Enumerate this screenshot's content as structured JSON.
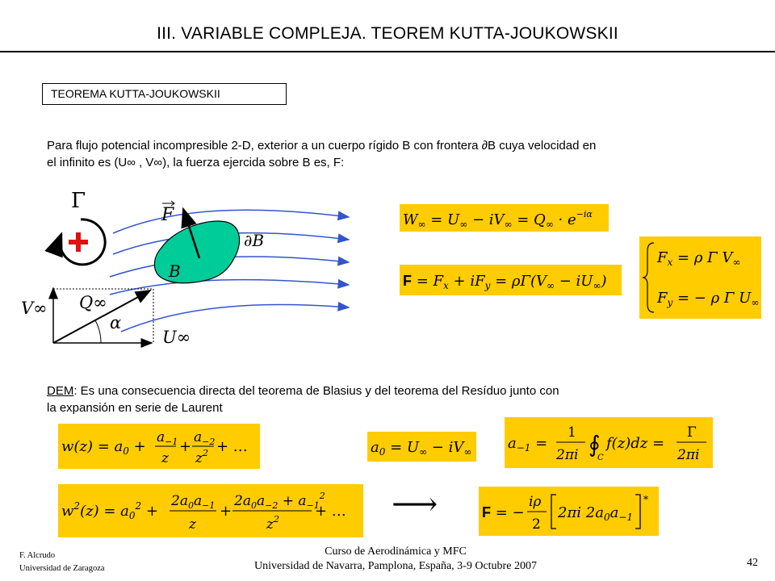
{
  "slide": {
    "title": "III. VARIABLE COMPLEJA. TEOREM KUTTA-JOUKOWSKII",
    "section_label": "TEOREMA KUTTA-JOUKOWSKII",
    "intro_line1": "Para flujo potencial incompresible 2-D, exterior a un cuerpo rígido B con frontera ∂B cuya velocidad en",
    "intro_line2": "el infinito es (U∞ , V∞), la fuerza ejercida sobre B es, F:",
    "dem_label": "DEM",
    "dem_line1_rest": ": Es una consecuencia directa del teorema de Blasius y del teorema del Resíduo junto con",
    "dem_line2": "la expansión en serie de Laurent"
  },
  "diagram": {
    "gamma_label": "Γ",
    "force_label": "F",
    "boundary_label": "∂B",
    "body_label": "B",
    "v_label": "V∞",
    "q_label": "Q∞",
    "alpha_label": "α",
    "u_label": "U∞"
  },
  "equations": {
    "w_inf": "W∞ = U∞ − iV∞ = Q∞ · e^(−iα)",
    "force": "F = Fx + iFy = ρΓ(V∞ − iU∞)",
    "fx": "Fx = ρ Γ V∞",
    "fy": "Fy = − ρ Γ U∞",
    "laurent": "w(z) = a0 + a−1/z + a−2/z² + …",
    "a0": "a0 = U∞ − iV∞",
    "a_minus1": "a−1 = 1/(2πi) ∮C f(z) dz = Γ/(2πi)",
    "w_squared": "w²(z) = a0² + 2a0a−1/z + (2a0a−2 + a−1²)/z² + …",
    "arrow": "⟶",
    "force_result": "F = −(iρ/2)[2πi 2a0a−1]*"
  },
  "colors": {
    "equation_bg": "#ffcc00",
    "stream_lines": "#3355cc",
    "body_fill": "#00cc99",
    "plus_red": "#dd1111"
  },
  "footer": {
    "author": "F. Alcrudo",
    "institution": "Universidad de Zaragoza",
    "course": "Curso de Aerodinámica y MFC",
    "venue": "Universidad de Navarra, Pamplona, España, 3-9 Octubre 2007",
    "page": "42"
  }
}
